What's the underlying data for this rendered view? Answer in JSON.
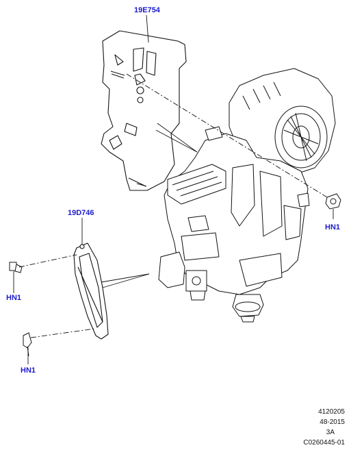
{
  "callouts": {
    "bracket": "19E754",
    "motor": "19D746",
    "fastener_right": "HN1",
    "fastener_left_top": "HN1",
    "fastener_left_bottom": "HN1"
  },
  "footer": {
    "line1": "4120205",
    "line2": "48-2015",
    "line3": "3A",
    "line4": "C0260445-01"
  },
  "colors": {
    "label": "#1a1acc",
    "line": "#111111"
  }
}
